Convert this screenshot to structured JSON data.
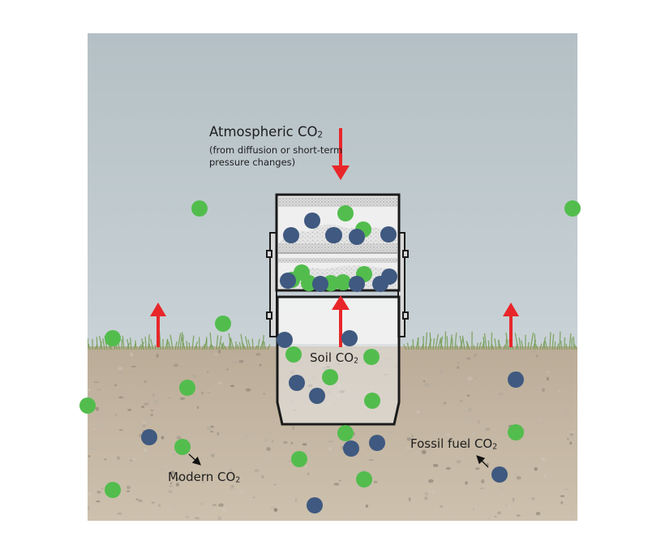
{
  "labels": {
    "atmospheric": {
      "text": "Atmospheric CO",
      "sub": "2"
    },
    "atmospheric_note_1": "(from diffusion or short-term",
    "atmospheric_note_2": "pressure changes)",
    "soil": {
      "text": "Soil CO",
      "sub": "2"
    },
    "fossil": {
      "text": "Fossil fuel CO",
      "sub": "2"
    },
    "modern": {
      "text": "Modern CO",
      "sub": "2"
    }
  },
  "colors": {
    "sky_top": "#b4c0c5",
    "sky_bottom": "#c6d0d4",
    "soil": "#c4b7a4",
    "grass": "#6e9a4c",
    "arrow": "#e8262a",
    "modern_dot": "#52bd4d",
    "fossil_dot": "#3f5980",
    "device_fill": "#ededed",
    "device_stroke": "#1b1b1b"
  },
  "icons": [
    "red-up-arrow-icon",
    "red-down-arrow-icon",
    "black-pointer-arrow-icon"
  ]
}
